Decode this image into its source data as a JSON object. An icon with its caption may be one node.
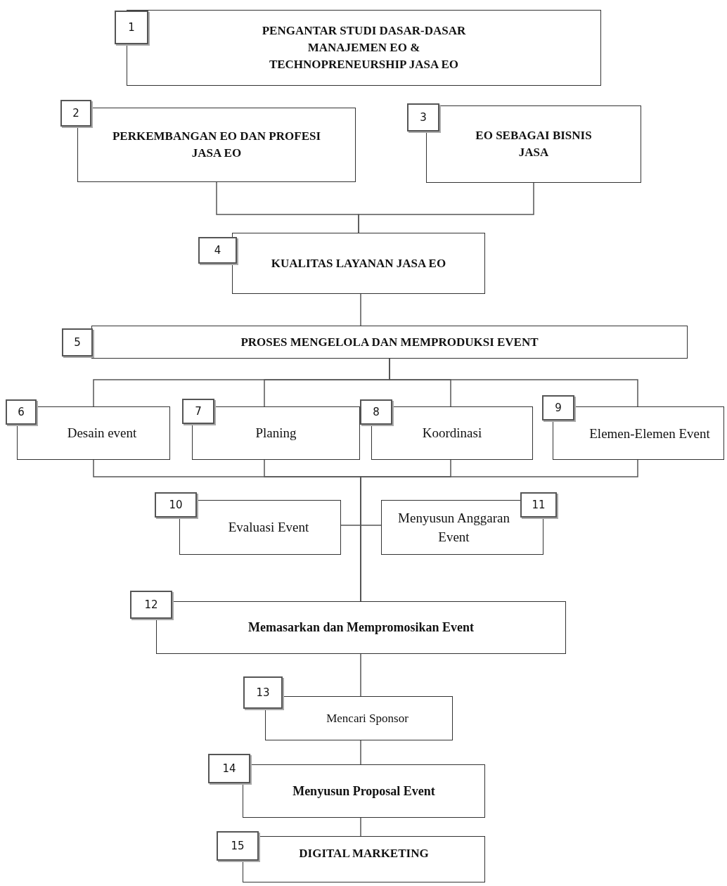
{
  "diagram": {
    "nodes": [
      {
        "text": [
          "1",
          "PENGANTAR STUDI DASAR-DASAR MANAJEMEN EO & TECHNOPRENEURSHIP JASA EO"
        ]
      },
      {
        "text": [
          "2",
          "PERKEMBANGAN EO DAN PROFESI JASA EO"
        ]
      },
      {
        "text": [
          "3",
          "EO SEBAGAI BISNIS JASA"
        ]
      },
      {
        "text": [
          "4",
          "KUALITAS LAYANAN JASA EO"
        ]
      },
      {
        "text": [
          "5",
          "PROSES MENGELOLA DAN MEMPRODUKSI EVENT"
        ]
      },
      {
        "text": [
          "6",
          "Desain event"
        ]
      },
      {
        "text": [
          "7",
          "Planing"
        ]
      },
      {
        "text": [
          "8",
          "Koordinasi"
        ]
      },
      {
        "text": [
          "9",
          "Elemen-Elemen Event"
        ]
      },
      {
        "text": [
          "10",
          "Evaluasi Event"
        ]
      },
      {
        "text": [
          "11",
          "Menyusun Anggaran Event"
        ]
      },
      {
        "text": [
          "12",
          "Memasarkan dan Mempromosikan Event"
        ]
      },
      {
        "text": [
          "13",
          "Mencari Sponsor"
        ]
      },
      {
        "text": [
          "14",
          "Menyusun Proposal Event"
        ]
      },
      {
        "text": [
          "15",
          "DIGITAL MARKETING"
        ]
      }
    ],
    "edges": [
      {
        "from": 1,
        "to": 3,
        "arrow": "none"
      },
      {
        "from": 2,
        "to": 3,
        "arrow": "none"
      },
      {
        "from": 3,
        "to": 4,
        "arrow": "none"
      },
      {
        "from": 4,
        "to": 5,
        "arrow": "none"
      },
      {
        "from": 4,
        "to": 6,
        "arrow": "none"
      },
      {
        "from": 4,
        "to": 7,
        "arrow": "none"
      },
      {
        "from": 4,
        "to": 8,
        "arrow": "none"
      },
      {
        "from": 5,
        "to": 11,
        "arrow": "none"
      },
      {
        "from": 6,
        "to": 11,
        "arrow": "none"
      },
      {
        "from": 7,
        "to": 11,
        "arrow": "none"
      },
      {
        "from": 8,
        "to": 11,
        "arrow": "none"
      },
      {
        "from": 9,
        "to": 11,
        "arrow": "none"
      },
      {
        "from": 10,
        "to": 11,
        "arrow": "none"
      },
      {
        "from": 11,
        "to": 12,
        "arrow": "none"
      },
      {
        "from": 12,
        "to": 13,
        "arrow": "none"
      },
      {
        "from": 13,
        "to": 14,
        "arrow": "none"
      }
    ]
  }
}
